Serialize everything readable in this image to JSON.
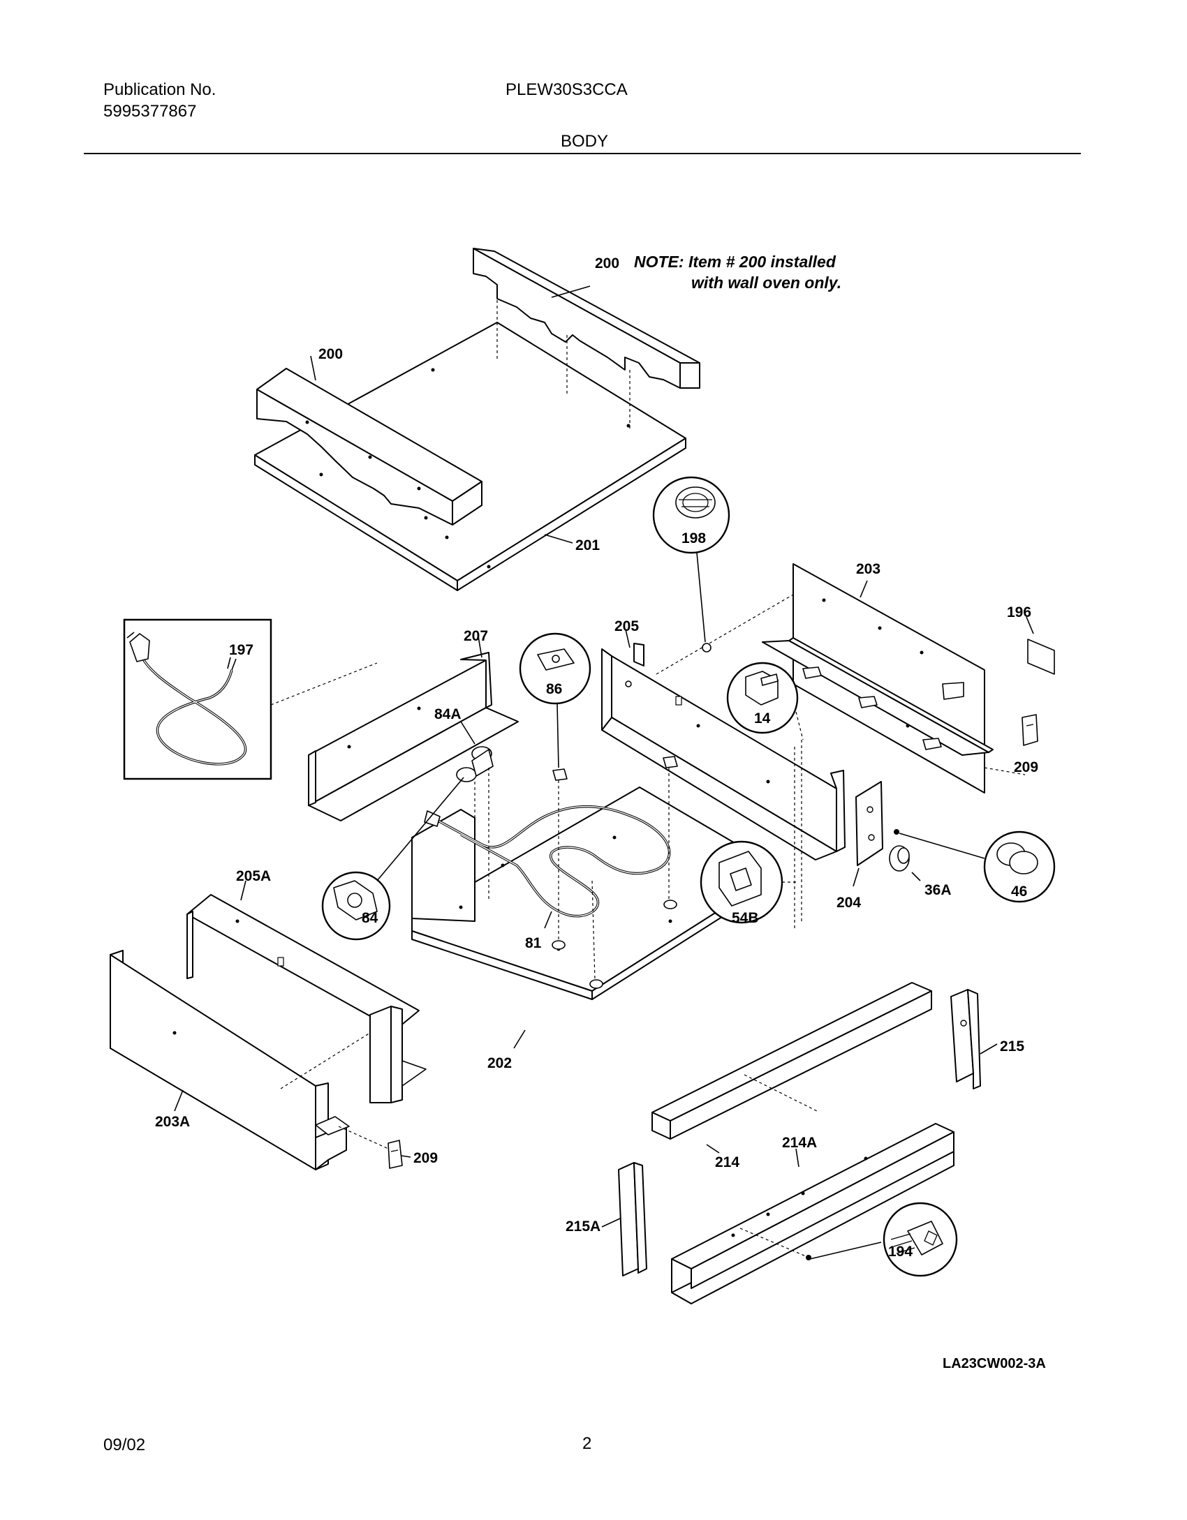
{
  "header": {
    "publication_label": "Publication No.",
    "publication_number": "5995377867",
    "model": "PLEW30S3CCA",
    "section": "BODY"
  },
  "note": {
    "line1": "NOTE: Item # 200 installed",
    "line2": "with wall oven only."
  },
  "callouts": {
    "c200_top": "200",
    "c200_left": "200",
    "c201": "201",
    "c198": "198",
    "c203": "203",
    "c196": "196",
    "c197": "197",
    "c207": "207",
    "c86": "86",
    "c205": "205",
    "c14": "14",
    "c209_right": "209",
    "c84A": "84A",
    "c205A": "205A",
    "c84": "84",
    "c81": "81",
    "c54B": "54B",
    "c204": "204",
    "c36A": "36A",
    "c46": "46",
    "c215": "215",
    "c202": "202",
    "c203A": "203A",
    "c209_left": "209",
    "c214": "214",
    "c214A": "214A",
    "c215A": "215A",
    "c194": "194"
  },
  "diagram_code": "LA23CW002-3A",
  "footer": {
    "date": "09/02",
    "page": "2"
  }
}
